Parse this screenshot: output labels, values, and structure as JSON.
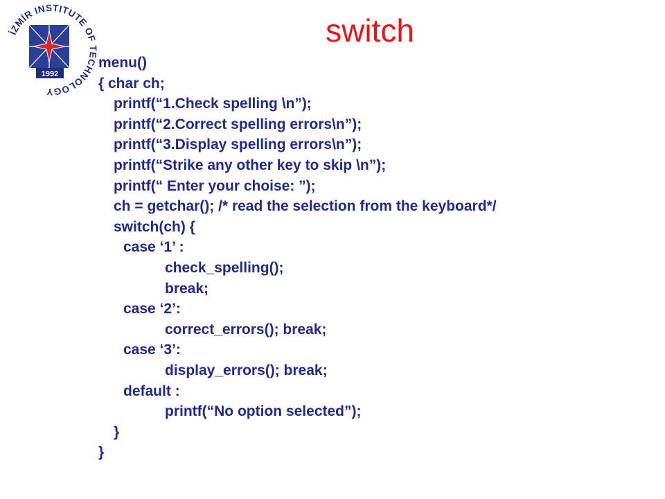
{
  "slide": {
    "title": "switch"
  },
  "logo": {
    "ring_text": "İZMİR INSTITUTE OF TECHNOLOGY",
    "year": "1992",
    "colors": {
      "ring": "#1d2b7a",
      "panel": "#2c3f96",
      "star": "#d9262c",
      "year_box": "#1d2b7a"
    }
  },
  "colors": {
    "title": "#e8141b",
    "code": "#202a8a",
    "background": "#ffffff"
  },
  "code_lines": [
    "menu()",
    "{ char ch;",
    "printf(“1.Check spelling \\n”);",
    "printf(“2.Correct spelling errors\\n”);",
    "printf(“3.Display spelling errors\\n”);",
    "printf(“Strike any other key to skip \\n”);",
    "printf(“ Enter your choise: ”);",
    "ch = getchar(); /* read the selection from the keyboard*/",
    "switch(ch) {",
    "case ‘1’ :",
    "check_spelling();",
    "break;",
    "case ‘2’:",
    "correct_errors(); break;",
    "case ‘3’:",
    "display_errors(); break;",
    "default :",
    "printf(“No option selected”);",
    "}",
    "}"
  ]
}
